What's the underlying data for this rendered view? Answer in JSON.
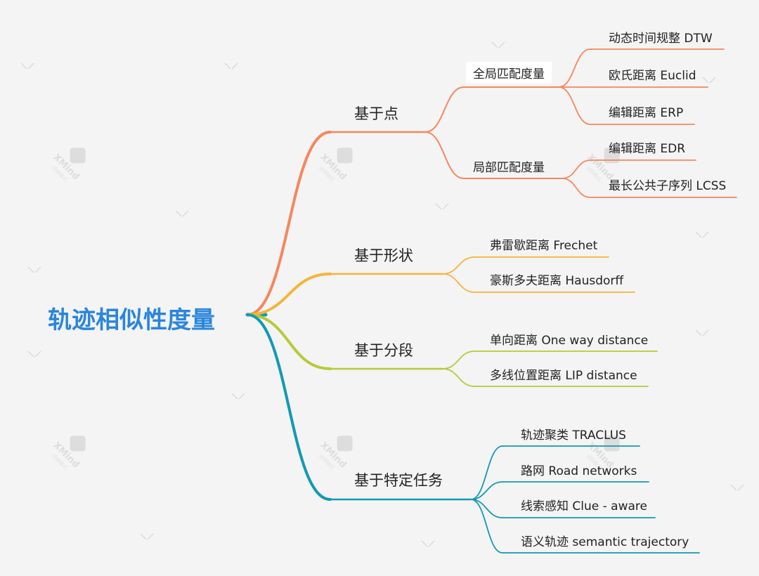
{
  "mindmap": {
    "root": "轨迹相似性度量",
    "branches": [
      {
        "label": "基于点",
        "color": "#f5875e",
        "groups": [
          {
            "label": "全局匹配度量",
            "leaves": [
              "动态时间规整 DTW",
              "欧氏距离 Euclid",
              "编辑距离 ERP"
            ]
          },
          {
            "label": "局部匹配度量",
            "leaves": [
              "编辑距离 EDR",
              "最长公共子序列 LCSS"
            ]
          }
        ]
      },
      {
        "label": "基于形状",
        "color": "#f6b43a",
        "leaves": [
          "弗雷歇距离 Frechet",
          "豪斯多夫距离 Hausdorff"
        ]
      },
      {
        "label": "基于分段",
        "color": "#b8c93a",
        "leaves": [
          "单向距离 One way distance",
          "多线位置距离 LIP distance"
        ]
      },
      {
        "label": "基于特定任务",
        "color": "#1399b4",
        "leaves": [
          "轨迹聚类 TRACLUS",
          "路网 Road networks",
          "线索感知 Clue - aware",
          "语义轨迹 semantic trajectory"
        ]
      }
    ]
  },
  "watermark": {
    "brand": "XMind",
    "sub": "试用模式"
  }
}
